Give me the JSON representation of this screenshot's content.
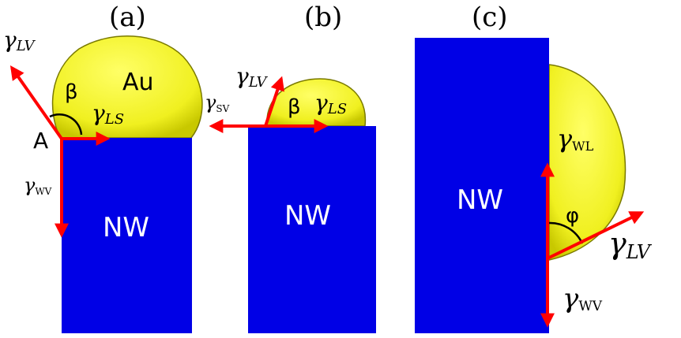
{
  "colors": {
    "nanowire": "#0000e6",
    "droplet": "#f0f020",
    "droplet_edge": "#7a7a00",
    "arrow": "#ff0000",
    "text": "#000000"
  },
  "panels": [
    {
      "label": "(a)",
      "nanowire": "NW",
      "droplet": "Au",
      "point": "A",
      "angle": "β",
      "gamma_lv": {
        "symbol": "γ",
        "sub": "LV"
      },
      "gamma_ls": {
        "symbol": "γ",
        "sub": "LS"
      },
      "gamma_wv": {
        "symbol": "γ",
        "sub": "WV"
      }
    },
    {
      "label": "(b)",
      "nanowire": "NW",
      "angle": "β",
      "gamma_lv": {
        "symbol": "γ",
        "sub": "LV"
      },
      "gamma_ls": {
        "symbol": "γ",
        "sub": "LS"
      },
      "gamma_sv": {
        "symbol": "γ",
        "sub": "SV"
      }
    },
    {
      "label": "(c)",
      "nanowire": "NW",
      "angle": "φ",
      "gamma_wl": {
        "symbol": "γ",
        "sub": "WL"
      },
      "gamma_lv": {
        "symbol": "γ",
        "sub": "LV"
      },
      "gamma_wv": {
        "symbol": "γ",
        "sub": "WV"
      }
    }
  ]
}
